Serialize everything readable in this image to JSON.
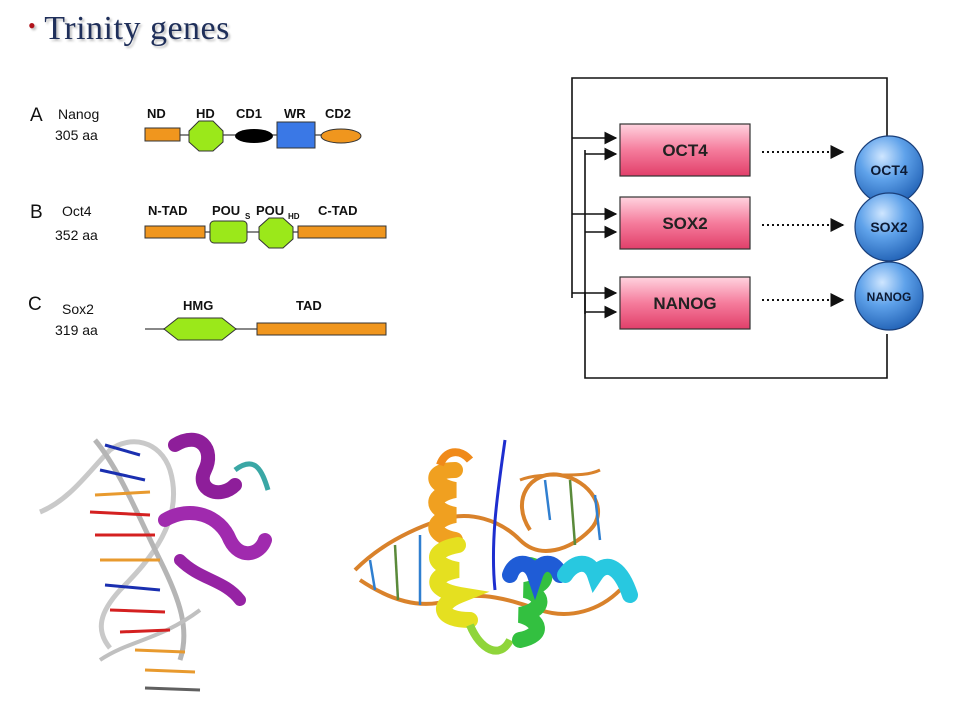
{
  "title": "Trinity genes",
  "domain_panels": [
    {
      "letter": "A",
      "name": "Nanog",
      "length": "305 aa",
      "domains": [
        "ND",
        "HD",
        "CD1",
        "WR",
        "CD2"
      ]
    },
    {
      "letter": "B",
      "name": "Oct4",
      "length": "352 aa",
      "domains": [
        "N-TAD",
        "POU",
        "S",
        "POU",
        "HD",
        "C-TAD"
      ]
    },
    {
      "letter": "C",
      "name": "Sox2",
      "length": "319 aa",
      "domains": [
        "HMG",
        "TAD"
      ]
    }
  ],
  "network": {
    "genes": [
      "OCT4",
      "SOX2",
      "NANOG"
    ],
    "proteins": [
      "OCT4",
      "SOX2",
      "NANOG"
    ]
  },
  "colors": {
    "orange_domain": "#f0961e",
    "green_domain": "#9be81a",
    "blue_domain": "#3a78e6",
    "gene_box": "#f06a8e",
    "protein_circle": "#3d86d6",
    "title": "#1f2f5a"
  }
}
